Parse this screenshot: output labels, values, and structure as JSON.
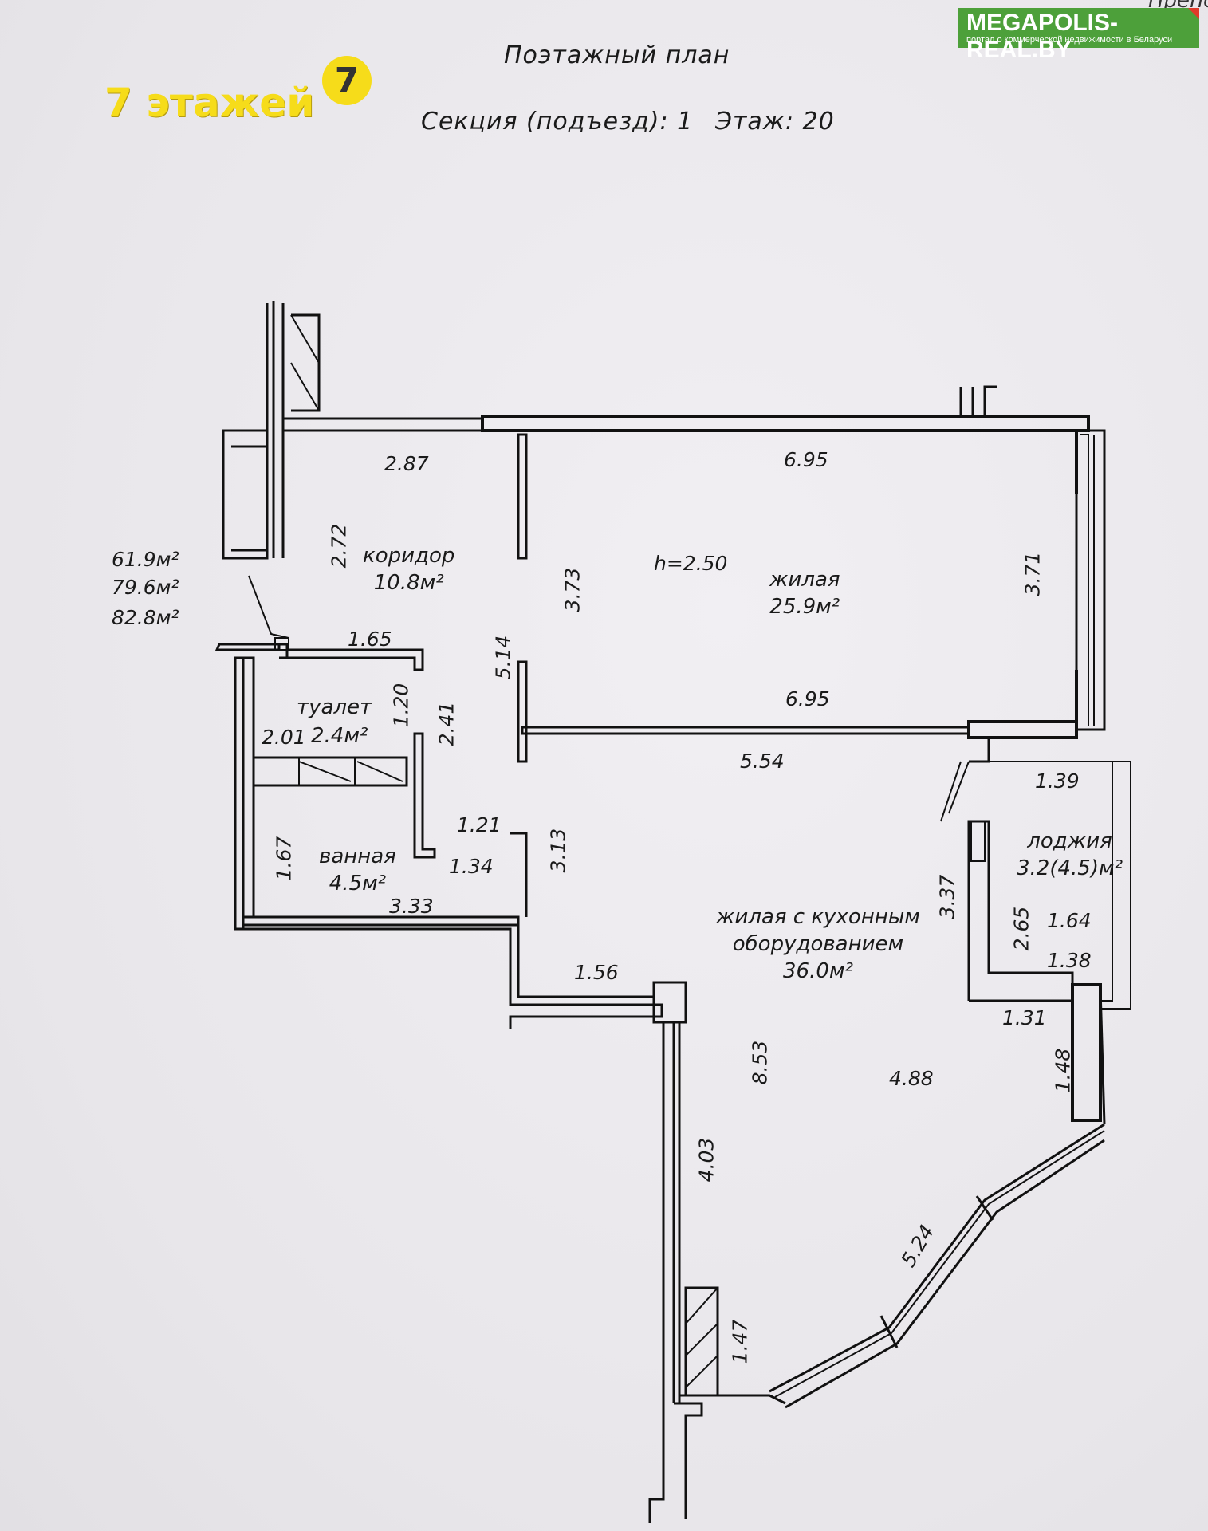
{
  "header": {
    "title": "Поэтажный план",
    "section": "Секция (подъезд): 1",
    "floor": "Этаж: 20",
    "top_right_cut": "Препол"
  },
  "branding": {
    "logo_text": "7 этажей",
    "logo_mark": "7",
    "logo_color": "#f6dc1a"
  },
  "watermark": {
    "title": "MEGAPOLIS-REAL.BY",
    "subtitle": "портал о коммерческой недвижимости в Беларуси",
    "color": "#4da03a"
  },
  "areas": {
    "a1": "61.9м²",
    "a2": "79.6м²",
    "a3": "82.8м²"
  },
  "ceiling_height": "h=2.50",
  "rooms": {
    "corridor": {
      "name": "коридор",
      "area": "10.8м²"
    },
    "living": {
      "name": "жилая",
      "area": "25.9м²"
    },
    "toilet": {
      "name": "туалет",
      "area": "2.4м²"
    },
    "bath": {
      "name": "ванная",
      "area": "4.5м²"
    },
    "kitchen_living": {
      "line1": "жилая с кухонным",
      "line2": "оборудованием",
      "area": "36.0м²"
    },
    "loggia": {
      "name": "лоджия",
      "area": "3.2(4.5)м²"
    }
  },
  "dimensions": {
    "d_287": "2.87",
    "d_695_top": "6.95",
    "d_272": "2.72",
    "d_373": "3.73",
    "d_371": "3.71",
    "d_165": "1.65",
    "d_514": "5.14",
    "d_695_mid": "6.95",
    "d_120": "1.20",
    "d_201": "2.01",
    "d_241": "2.41",
    "d_554": "5.54",
    "d_139": "1.39",
    "d_121": "1.21",
    "d_313": "3.13",
    "d_167": "1.67",
    "d_134": "1.34",
    "d_333": "3.33",
    "d_337": "3.37",
    "d_265": "2.65",
    "d_164": "1.64",
    "d_138": "1.38",
    "d_156": "1.56",
    "d_131": "1.31",
    "d_853": "8.53",
    "d_488": "4.88",
    "d_148": "1.48",
    "d_403": "4.03",
    "d_524": "5.24",
    "d_147": "1.47"
  }
}
